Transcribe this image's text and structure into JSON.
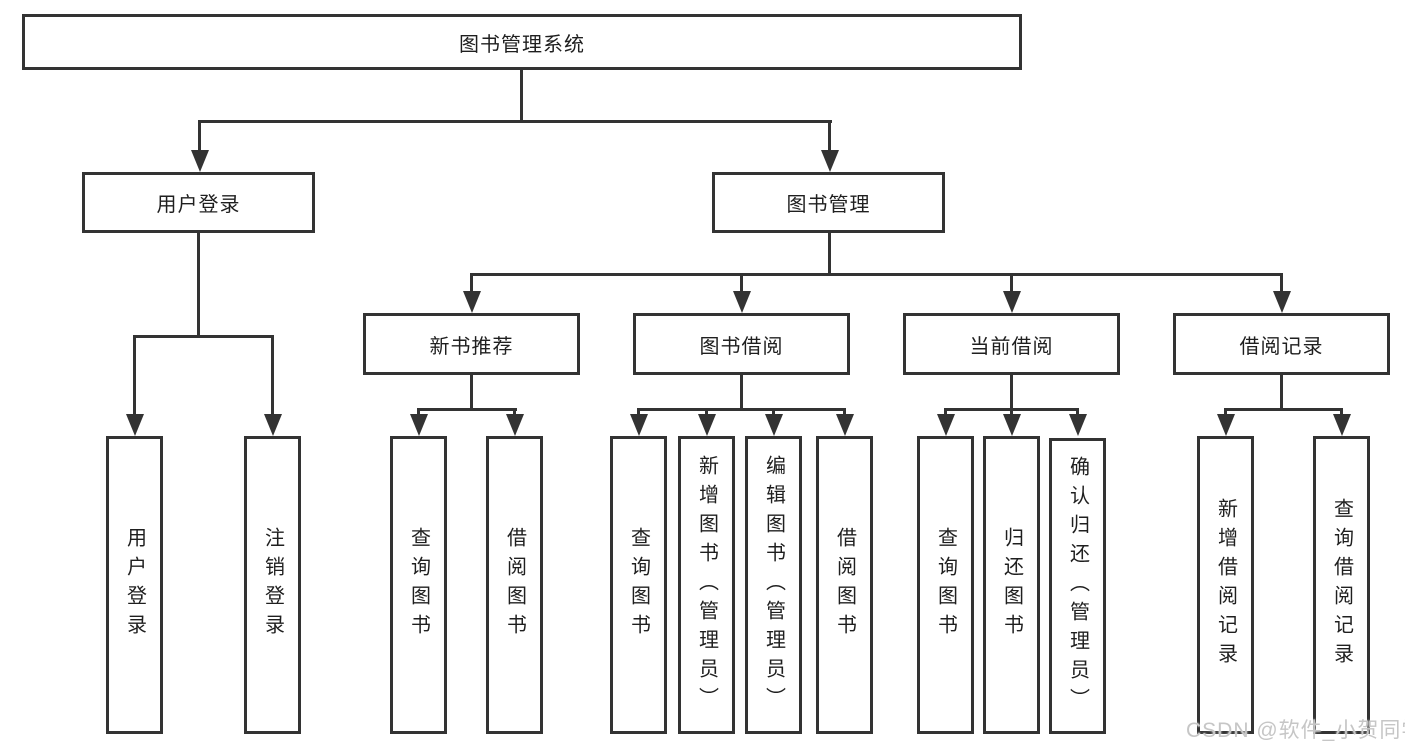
{
  "diagram": {
    "root": {
      "label": "图书管理系统"
    },
    "level2": {
      "user_login": {
        "label": "用户登录"
      },
      "book_mgmt": {
        "label": "图书管理"
      }
    },
    "level3": {
      "new_book": {
        "label": "新书推荐"
      },
      "book_borrow": {
        "label": "图书借阅"
      },
      "current_borrow": {
        "label": "当前借阅"
      },
      "borrow_record": {
        "label": "借阅记录"
      }
    },
    "leaves": {
      "login_user_login": {
        "label": "用户登录"
      },
      "login_logout": {
        "label": "注销登录"
      },
      "nb_query_book": {
        "label": "查询图书"
      },
      "nb_borrow_book": {
        "label": "借阅图书"
      },
      "bb_query_book": {
        "label": "查询图书"
      },
      "bb_add_book": {
        "label": "新增图书（管理员）"
      },
      "bb_edit_book": {
        "label": "编辑图书（管理员）"
      },
      "bb_borrow_book": {
        "label": "借阅图书"
      },
      "cb_query_book": {
        "label": "查询图书"
      },
      "cb_return_book": {
        "label": "归还图书"
      },
      "cb_confirm_return": {
        "label": "确认归还（管理员）"
      },
      "br_add_record": {
        "label": "新增借阅记录"
      },
      "br_query_record": {
        "label": "查询借阅记录"
      }
    },
    "watermark": "CSDN @软件_小贺同学",
    "colors": {
      "line": "#333333",
      "text": "#1f1f1f",
      "watermark": "#c6c6c6",
      "background": "#ffffff"
    }
  }
}
